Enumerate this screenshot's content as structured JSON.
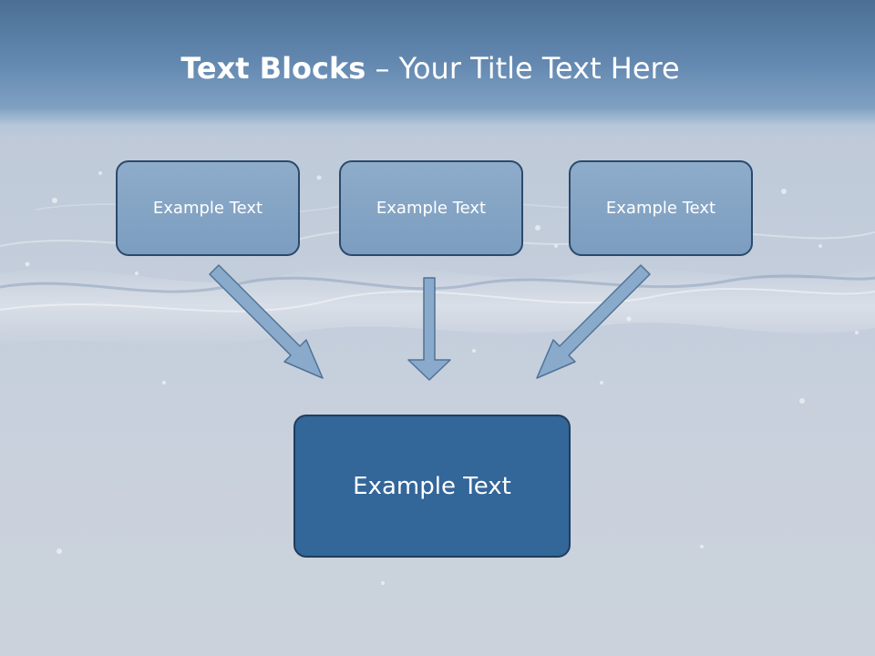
{
  "slide": {
    "title_bold": "Text Blocks",
    "title_dash": " – ",
    "title_rest": "Your Title Text Here"
  },
  "boxes": {
    "top_left": "Example Text",
    "top_center": "Example Text",
    "top_right": "Example Text",
    "bottom_center": "Example Text"
  },
  "colors": {
    "header_band": "#4b6f94",
    "small_box_fill": "#84a4c5",
    "main_box_fill": "#336699",
    "arrow_fill": "#8aaacb",
    "box_border": "#2b4a6b"
  }
}
